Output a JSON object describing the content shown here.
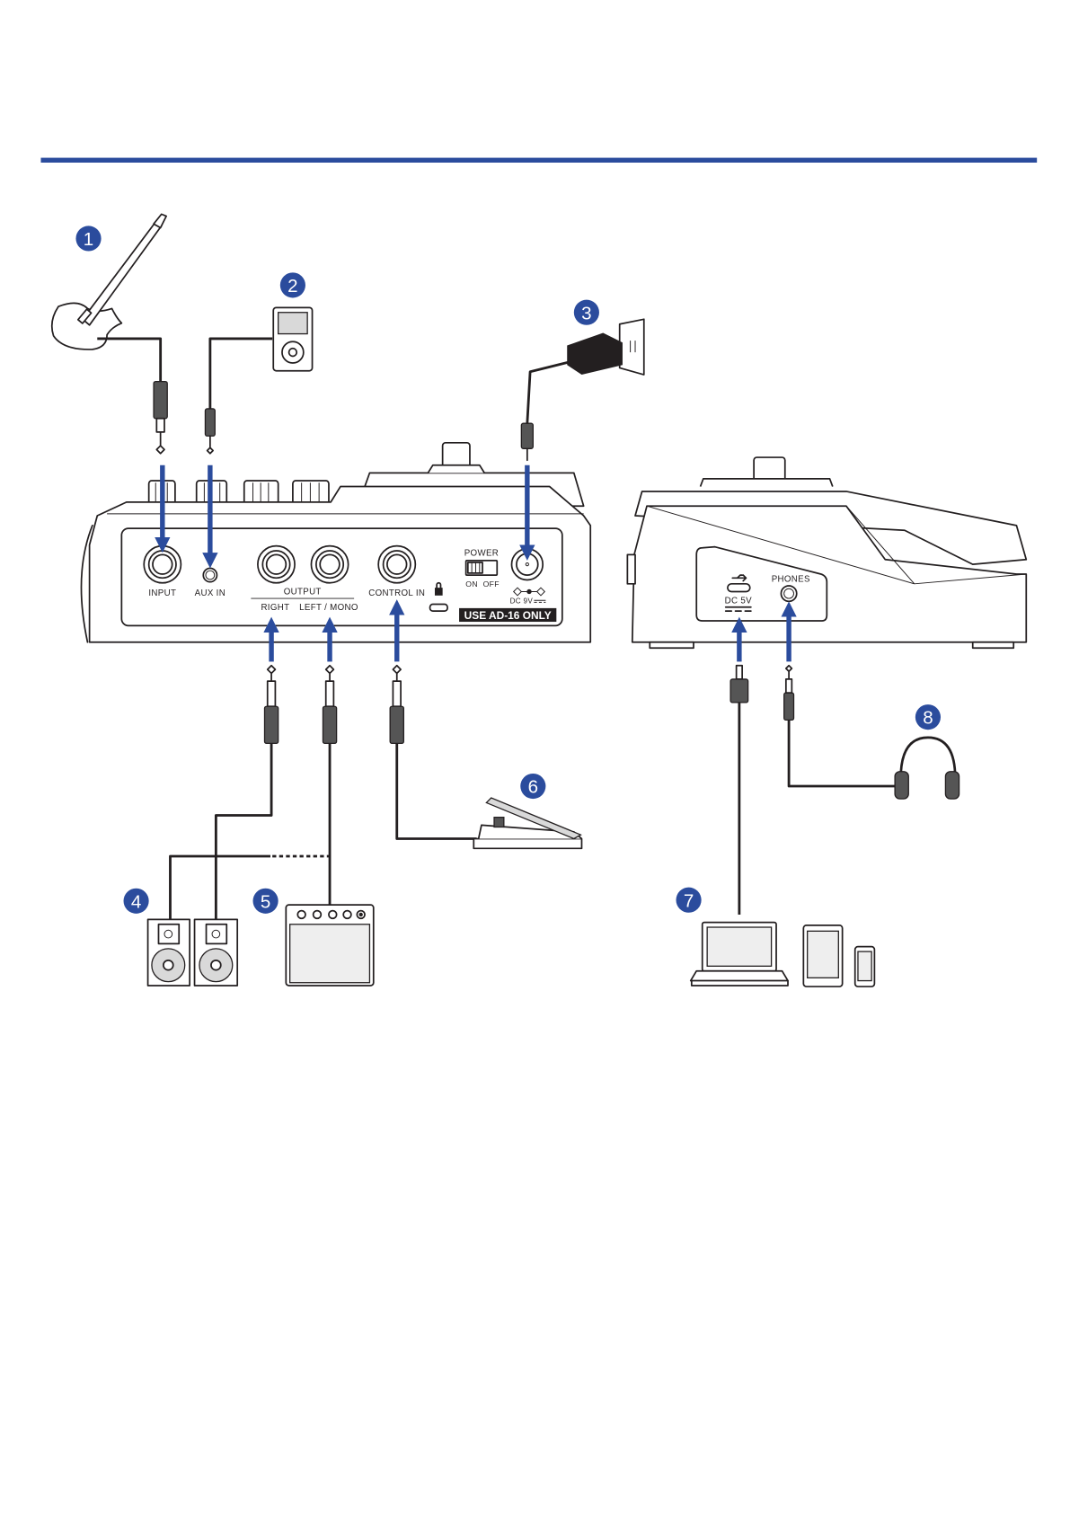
{
  "colors": {
    "accent": "#2b4c9d",
    "line": "#231f20"
  },
  "badges": [
    "1",
    "2",
    "3",
    "4",
    "5",
    "6",
    "7",
    "8"
  ],
  "main_unit": {
    "input": "INPUT",
    "aux_in": "AUX IN",
    "output": "OUTPUT",
    "right": "RIGHT",
    "left_mono": "LEFT / MONO",
    "control_in": "CONTROL IN",
    "power": "POWER",
    "on": "ON",
    "off": "OFF",
    "dc": "DC 9V",
    "warning": "USE AD-16 ONLY"
  },
  "side_unit": {
    "phones": "PHONES",
    "dc": "DC 5V"
  },
  "devices": [
    "electric-guitar",
    "portable-audio-player",
    "ac-adapter",
    "monitor-speakers",
    "guitar-amplifier",
    "expression-pedal",
    "computer-tablet-smartphone",
    "headphones"
  ]
}
